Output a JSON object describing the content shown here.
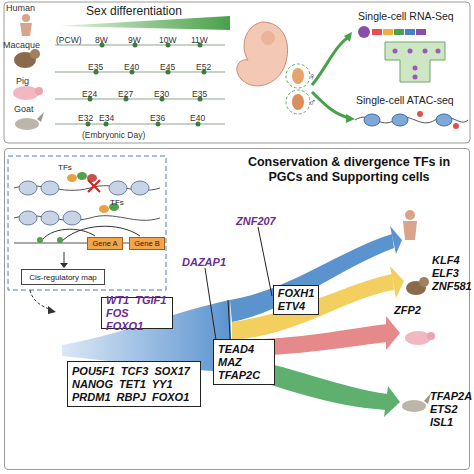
{
  "diagram": {
    "nodes": [
      {
        "text": [
          "Conservation & divergence TFs in PGCs and Supporting cells"
        ]
      },
      {
        "text": [
          "Gene A"
        ],
        "in": 0
      },
      {
        "text": [
          "Gene B"
        ],
        "in": 0
      },
      {
        "text": [
          "Cis-regulatory map"
        ],
        "in": 0
      },
      {
        "text": [
          "WT1 TGIF1 FOS FOXO1"
        ],
        "in": 0
      },
      {
        "text": [
          "POU5F1 TCF3 SOX17 NANOG TET1 YY1 PRDM1 RBPJ FOXO1"
        ],
        "in": 0
      },
      {
        "text": [
          "TEAD4 MAZ TFAP2C"
        ],
        "in": 0
      },
      {
        "text": [
          "FOXH1 ETV4"
        ],
        "in": 0
      }
    ],
    "labels": [
      "Sex differentiation",
      "Human",
      "(PCW)",
      "8W",
      "9W",
      "10W",
      "11W",
      "Macaque",
      "E35",
      "E40",
      "E45",
      "E52",
      "Pig",
      "E24",
      "E27",
      "E30",
      "E35",
      "Goat",
      "E32",
      "E34",
      "E36",
      "E40",
      "(Embryonic Day)",
      "♀",
      "♂",
      "Single-cell RNA-Seq",
      "Single-cell ATAC-seq",
      "TFs",
      "TFs",
      "DAZAP1",
      "ZNF207",
      "KLF4 ELF3 ZNF581",
      "ZFP2",
      "TFAP2A ETS2 ISL1"
    ]
  }
}
